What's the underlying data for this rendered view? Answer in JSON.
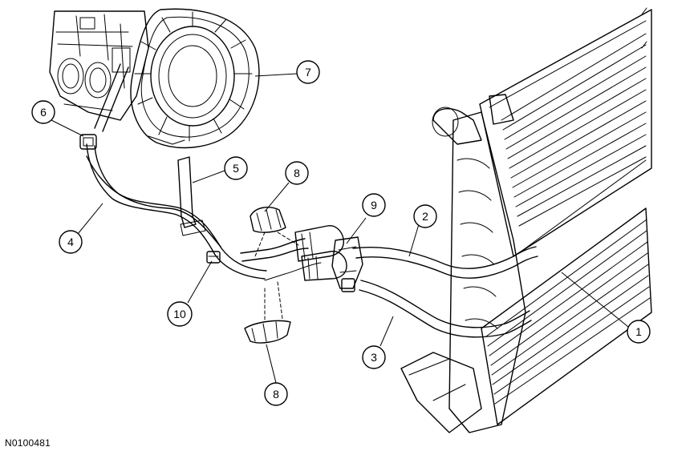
{
  "figure_id": "N0100481",
  "callouts": [
    {
      "label": "1",
      "target": "radiator"
    },
    {
      "label": "2",
      "target": "upper-cooler-tube"
    },
    {
      "label": "3",
      "target": "lower-cooler-tube"
    },
    {
      "label": "4",
      "target": "transmission-tube-assembly"
    },
    {
      "label": "5",
      "target": "tube-bracket"
    },
    {
      "label": "6",
      "target": "tube-fitting"
    },
    {
      "label": "7",
      "target": "transmission-case"
    },
    {
      "label": "8",
      "target": "tube-clip"
    },
    {
      "label": "8",
      "target": "tube-clip-lower"
    },
    {
      "label": "9",
      "target": "tube-retainer-clip"
    },
    {
      "label": "10",
      "target": "tube-connector"
    }
  ]
}
